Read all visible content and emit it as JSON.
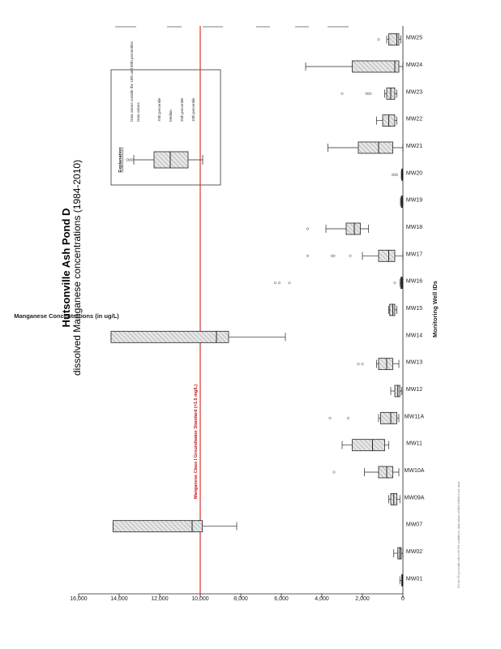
{
  "chart_data": {
    "type": "box",
    "title": "Hutsonville Ash Pond D",
    "subtitle": "dissolved Manganese concentrations (1984-2010)",
    "ylabel": "Manganese Concentrations (in ug/L)",
    "xlabel": "Monitoring Well IDs",
    "ylim": [
      0,
      16000
    ],
    "yticks": [
      0,
      2000,
      4000,
      6000,
      8000,
      10000,
      12000,
      14000,
      16000
    ],
    "ytick_labels": [
      "0",
      "2,000",
      "4,000",
      "6,000",
      "8,000",
      "10,000",
      "12,000",
      "14,000",
      "16,000"
    ],
    "orientation": "rotated-90-ccw",
    "standard": {
      "value": 10000,
      "label": "Manganese Class I Groundwater Standard (=1.5 mg/L)",
      "color": "#d42020"
    },
    "boxes": [
      {
        "label": "MW01",
        "whisker_low": 0,
        "q1": 10,
        "median": 30,
        "q3": 60,
        "whisker_high": 150,
        "outliers": []
      },
      {
        "label": "MW02",
        "whisker_low": 0,
        "q1": 80,
        "median": 150,
        "q3": 250,
        "whisker_high": 450,
        "outliers": []
      },
      {
        "label": "MW07",
        "whisker_low": 8200,
        "q1": 9900,
        "median": 10400,
        "q3": 14300,
        "whisker_high": 14300,
        "outliers": []
      },
      {
        "label": "MW09A",
        "whisker_low": 150,
        "q1": 300,
        "median": 450,
        "q3": 600,
        "whisker_high": 700,
        "outliers": []
      },
      {
        "label": "MW10A",
        "whisker_low": 200,
        "q1": 500,
        "median": 800,
        "q3": 1200,
        "whisker_high": 1900,
        "outliers": [
          3400
        ]
      },
      {
        "label": "MW11",
        "whisker_low": 700,
        "q1": 900,
        "median": 1500,
        "q3": 2500,
        "whisker_high": 3000,
        "outliers": []
      },
      {
        "label": "MW11A",
        "whisker_low": 200,
        "q1": 300,
        "median": 600,
        "q3": 1100,
        "whisker_high": 1200,
        "outliers": [
          2700,
          3600
        ]
      },
      {
        "label": "MW12",
        "whisker_low": 50,
        "q1": 150,
        "median": 250,
        "q3": 400,
        "whisker_high": 600,
        "outliers": []
      },
      {
        "label": "MW13",
        "whisker_low": 200,
        "q1": 500,
        "median": 800,
        "q3": 1200,
        "whisker_high": 1300,
        "outliers": [
          2000,
          2200
        ]
      },
      {
        "label": "MW14",
        "whisker_low": 5800,
        "q1": 8600,
        "median": 9200,
        "q3": 14400,
        "whisker_high": 14400,
        "outliers": []
      },
      {
        "label": "MW15",
        "whisker_low": 300,
        "q1": 400,
        "median": 500,
        "q3": 650,
        "whisker_high": 700,
        "outliers": []
      },
      {
        "label": "MW16",
        "whisker_low": 0,
        "q1": 30,
        "median": 60,
        "q3": 100,
        "whisker_high": 150,
        "outliers": [
          400,
          5600,
          6100,
          6300
        ]
      },
      {
        "label": "MW17",
        "whisker_low": 0,
        "q1": 400,
        "median": 700,
        "q3": 1200,
        "whisker_high": 2000,
        "outliers": [
          2600,
          3400,
          3500,
          4700
        ]
      },
      {
        "label": "MW18",
        "whisker_low": 1700,
        "q1": 2100,
        "median": 2400,
        "q3": 2800,
        "whisker_high": 3800,
        "outliers": [
          4700
        ]
      },
      {
        "label": "MW19",
        "whisker_low": 0,
        "q1": 20,
        "median": 50,
        "q3": 80,
        "whisker_high": 120,
        "outliers": []
      },
      {
        "label": "MW20",
        "whisker_low": 0,
        "q1": 20,
        "median": 40,
        "q3": 60,
        "whisker_high": 80,
        "outliers": [
          300,
          400,
          500
        ]
      },
      {
        "label": "MW21",
        "whisker_low": 0,
        "q1": 500,
        "median": 1200,
        "q3": 2200,
        "whisker_high": 3700,
        "outliers": []
      },
      {
        "label": "MW22",
        "whisker_low": 300,
        "q1": 400,
        "median": 700,
        "q3": 1000,
        "whisker_high": 1300,
        "outliers": []
      },
      {
        "label": "MW23",
        "whisker_low": 300,
        "q1": 400,
        "median": 600,
        "q3": 800,
        "whisker_high": 900,
        "outliers": [
          1600,
          1700,
          1800,
          3000
        ]
      },
      {
        "label": "MW24",
        "whisker_low": 0,
        "q1": 200,
        "median": 400,
        "q3": 2500,
        "whisker_high": 4800,
        "outliers": []
      },
      {
        "label": "MW25",
        "whisker_low": 100,
        "q1": 200,
        "median": 300,
        "q3": 700,
        "whisker_high": 800,
        "outliers": [
          1200
        ]
      }
    ],
    "legend": {
      "title": "Explanation",
      "placement": "top-right",
      "entries": [
        "Data values outside the 10th and 90th percentiles",
        "Data values",
        "75th percentile",
        "Median",
        "25th percentile",
        "10th percentile"
      ]
    },
    "footnote": "For the 95 percentile with a 99.9% confidence, data values of MW11/MW15 are used"
  }
}
